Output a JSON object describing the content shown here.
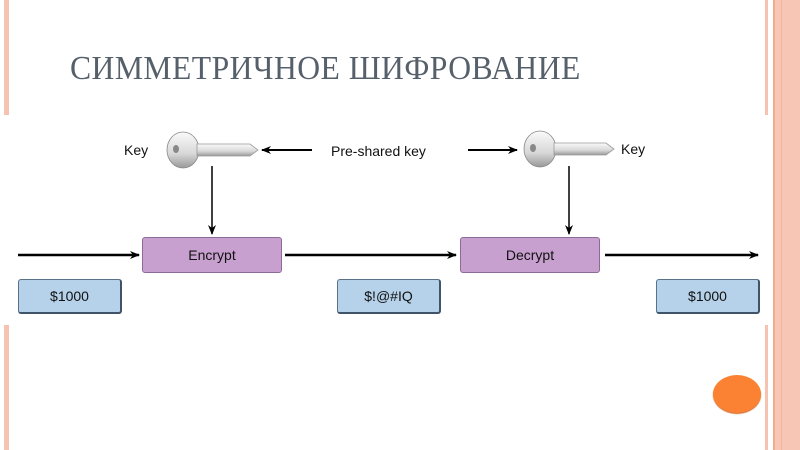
{
  "slide": {
    "title": "СИММЕТРИЧНОЕ ШИФРОВАНИЕ"
  },
  "diagram": {
    "key_left_label": "Key",
    "key_right_label": "Key",
    "preshared_label": "Pre-shared key",
    "encrypt_label": "Encrypt",
    "decrypt_label": "Decrypt",
    "plaintext_in": "$1000",
    "ciphertext": "$!@#IQ",
    "plaintext_out": "$1000"
  },
  "colors": {
    "accent_bar": "#f6c3b0",
    "process_box": "#c8a0cf",
    "data_box": "#b6d2ea",
    "orange_dot": "#fa8232",
    "title": "#56606b"
  }
}
